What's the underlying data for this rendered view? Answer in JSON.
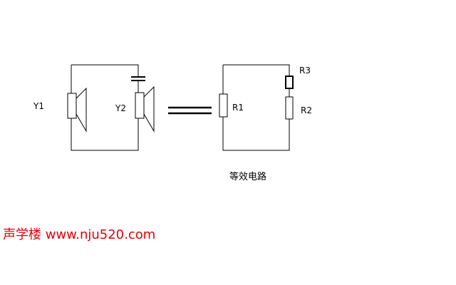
{
  "diagram": {
    "labels": {
      "y1": "Y1",
      "y2": "Y2",
      "r1": "R1",
      "r2": "R2",
      "r3": "R3"
    },
    "caption": "等效电路"
  },
  "watermark": {
    "text": "声学楼 www.nju520.com",
    "color": "#e0000a"
  }
}
